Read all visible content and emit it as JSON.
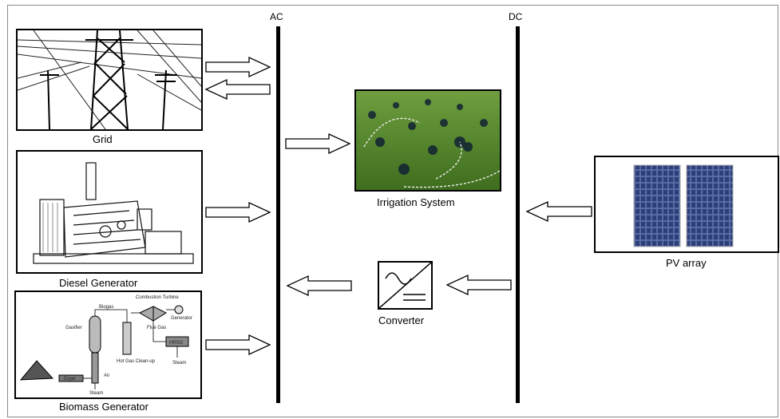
{
  "buses": {
    "ac_label": "AC",
    "dc_label": "DC"
  },
  "components": {
    "grid": {
      "label": "Grid"
    },
    "diesel": {
      "label": "Diesel Generator"
    },
    "biomass": {
      "label": "Biomass Generator"
    },
    "irrigation": {
      "label": "Irrigation System"
    },
    "converter": {
      "label": "Converter"
    },
    "pv": {
      "label": "PV array"
    }
  },
  "biomass_diagram": {
    "biogas": "Biogas",
    "combustion_turbine": "Combustion Turbine",
    "flue_gas": "Flue Gas",
    "generator": "Generator",
    "gasifier": "Gasifier",
    "hot_gas_cleanup": "Hot Gas Clean-up",
    "hrsg": "HRSG",
    "steam_right": "Steam",
    "air": "Air",
    "dryer": "Dryer",
    "steam_bottom": "Steam"
  }
}
